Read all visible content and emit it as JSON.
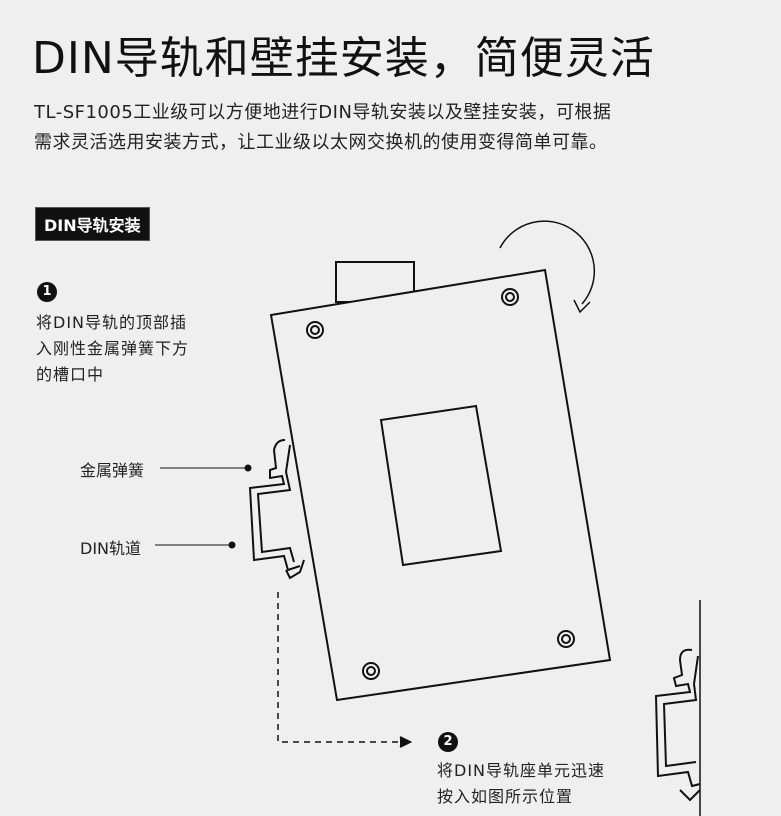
{
  "title": "DIN导轨和壁挂安装，简便灵活",
  "description": [
    "TL-SF1005工业级可以方便地进行DIN导轨安装以及壁挂安装，可根据",
    "需求灵活选用安装方式，让工业级以太网交换机的使用变得简单可靠。"
  ],
  "badge": "DIN导轨安装",
  "steps": [
    {
      "number": "1",
      "lines": [
        "将DIN导轨的顶部插",
        "入刚性金属弹簧下方",
        "的槽口中"
      ]
    },
    {
      "number": "2",
      "lines": [
        "将DIN导轨座单元迅速",
        "按入如图所示位置"
      ]
    }
  ],
  "labels": {
    "spring": "金属弹簧",
    "rail": "DIN轨道"
  }
}
